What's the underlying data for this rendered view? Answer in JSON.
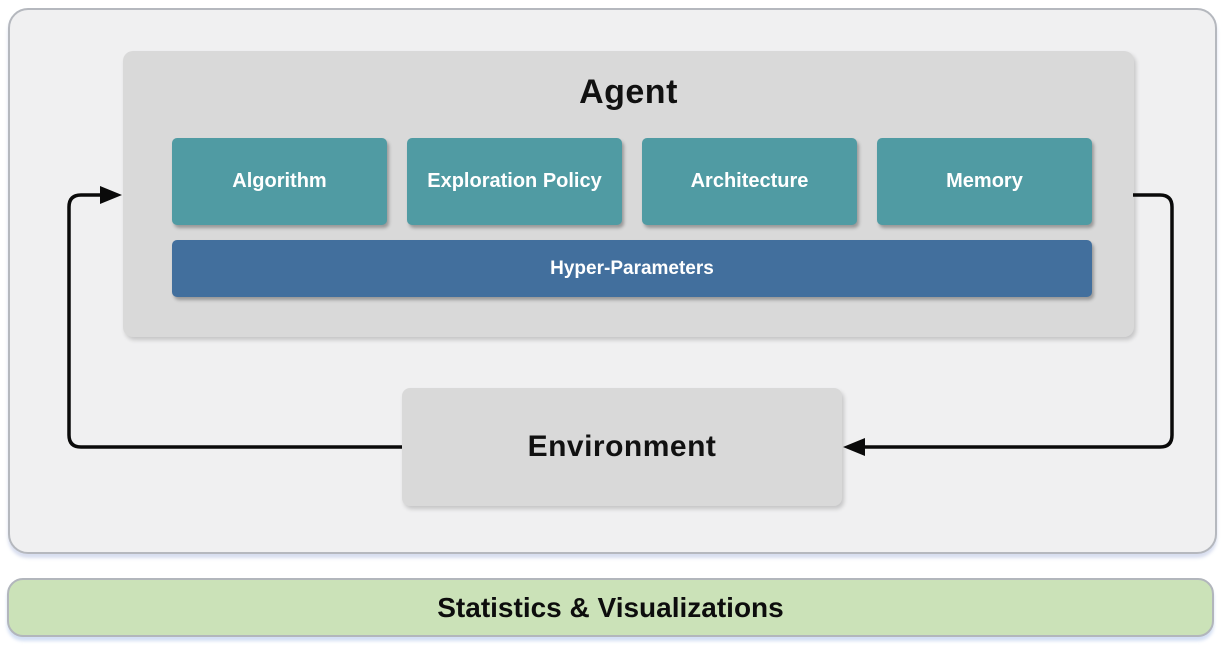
{
  "agent": {
    "title": "Agent",
    "components": [
      "Algorithm",
      "Exploration Policy",
      "Architecture",
      "Memory"
    ],
    "hyper_parameters_label": "Hyper-Parameters"
  },
  "environment": {
    "label": "Environment"
  },
  "footer": {
    "label": "Statistics & Visualizations"
  },
  "arrows": [
    {
      "name": "environment-to-agent",
      "from": "Environment",
      "to": "Agent"
    },
    {
      "name": "agent-to-environment",
      "from": "Agent",
      "to": "Environment"
    }
  ],
  "colors": {
    "component_teal": "#509ba3",
    "hyper_parameters_blue": "#426f9d",
    "agent_panel_gray": "#d9d9d9",
    "environment_gray": "#d9d9d9",
    "outer_panel_background": "#f0f0f1",
    "outer_panel_border": "#b5b8be",
    "footer_green": "#cbe2b8",
    "footer_border": "#b2b6bc",
    "arrow_black": "#0a0a0a"
  }
}
